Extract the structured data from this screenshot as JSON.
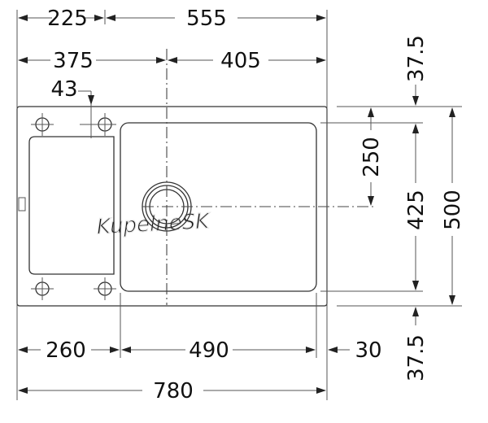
{
  "watermark": "KupelneSK",
  "dimensions": {
    "top_left": "225",
    "top_right": "555",
    "mid_left": "375",
    "mid_right": "405",
    "hole_offset": "43",
    "right_top": "37.5",
    "right_drain": "250",
    "right_basin": "425",
    "right_total": "500",
    "right_bottom": "37.5",
    "bottom_left": "260",
    "bottom_mid": "490",
    "bottom_right": "30",
    "total_width": "780"
  }
}
